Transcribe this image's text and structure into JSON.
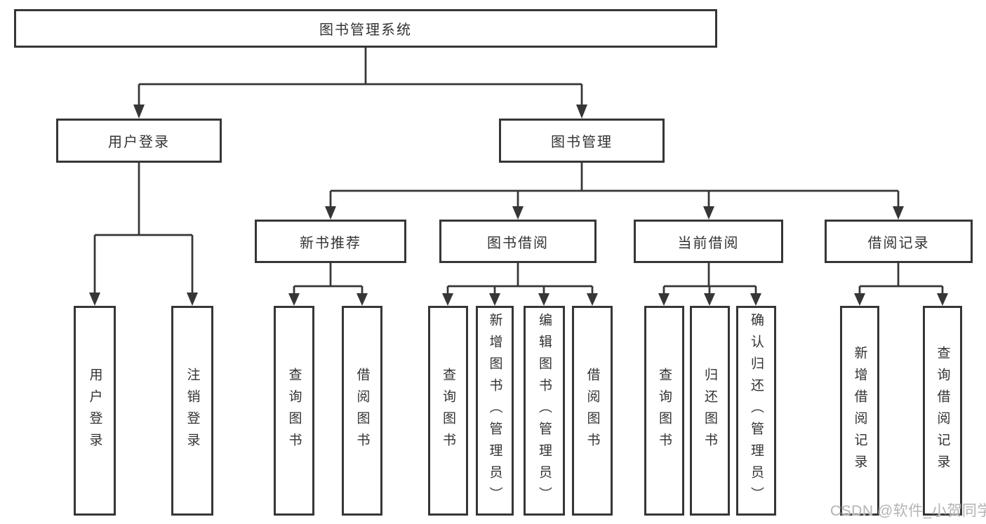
{
  "diagram": {
    "type": "tree",
    "root": {
      "label": "图书管理系统",
      "children": [
        {
          "label": "用户登录",
          "children": [
            {
              "label": "用户登录"
            },
            {
              "label": "注销登录"
            }
          ]
        },
        {
          "label": "图书管理",
          "children": [
            {
              "label": "新书推荐",
              "children": [
                {
                  "label": "查询图书"
                },
                {
                  "label": "借阅图书"
                }
              ]
            },
            {
              "label": "图书借阅",
              "children": [
                {
                  "label": "查询图书"
                },
                {
                  "label": "新增图书（管理员）"
                },
                {
                  "label": "编辑图书（管理员）"
                },
                {
                  "label": "借阅图书"
                }
              ]
            },
            {
              "label": "当前借阅",
              "children": [
                {
                  "label": "查询图书"
                },
                {
                  "label": "归还图书"
                },
                {
                  "label": "确认归还（管理员）"
                }
              ]
            },
            {
              "label": "借阅记录",
              "children": [
                {
                  "label": "新增借阅记录"
                },
                {
                  "label": "查询借阅记录"
                }
              ]
            }
          ]
        }
      ]
    }
  },
  "watermark": {
    "text": "CSDN @软件_小贺同学"
  },
  "colors": {
    "line": "#363636",
    "text": "#333333",
    "background": "#ffffff",
    "watermark": "#b3b3b3"
  }
}
